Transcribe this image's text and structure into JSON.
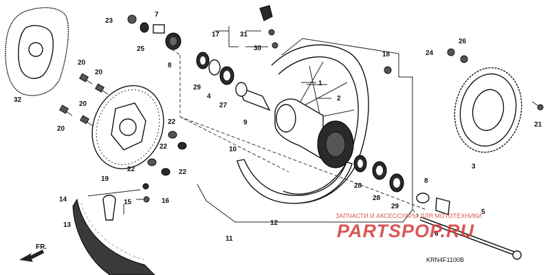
{
  "diagram": {
    "labels": {
      "p1": "1",
      "p2": "2",
      "p3": "3",
      "p4": "4",
      "p5": "5",
      "p6": "6",
      "p7": "7",
      "p8a": "8",
      "p8b": "8",
      "p9": "9",
      "p10": "10",
      "p11": "11",
      "p12": "12",
      "p13": "13",
      "p14": "14",
      "p15": "15",
      "p16": "16",
      "p18": "18",
      "p19": "19",
      "p20a": "20",
      "p20b": "20",
      "p20c": "20",
      "p20d": "20",
      "p21": "21",
      "p22a": "22",
      "p22b": "22",
      "p22c": "22",
      "p22d": "22",
      "p23": "23",
      "p24": "24",
      "p25": "25",
      "p26": "26",
      "p27": "27",
      "p28a": "28",
      "p28b": "28",
      "p29a": "29",
      "p29b": "29",
      "p30": "30",
      "p31": "31",
      "p17": "17",
      "p32": "32"
    },
    "front_arrow": "FR.",
    "diagram_code": "KRN4F1100B",
    "watermark_line1": "ЗАПЧАСТИ И АКСЕССУАРЫ ДЛЯ МОТОТЕХНИКИ",
    "watermark_line2": "PARTSPOP.RU"
  },
  "colors": {
    "line": "#222222",
    "watermark": "#d23b3b",
    "background": "#ffffff"
  }
}
